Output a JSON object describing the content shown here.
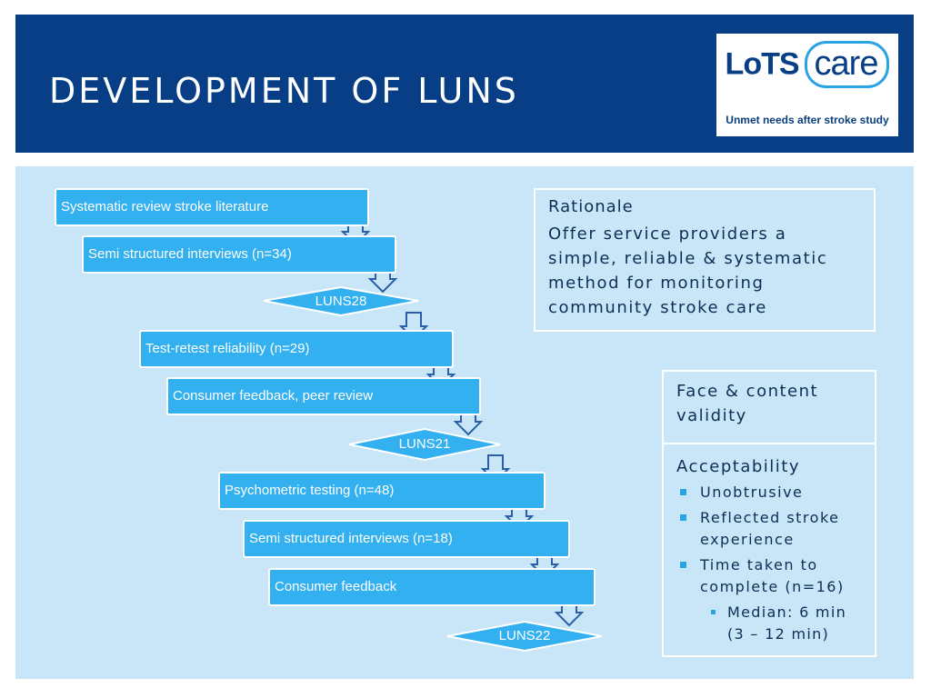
{
  "header": {
    "title": "DEVELOPMENT OF LUNS",
    "logo": {
      "brand_left": "LoTS",
      "brand_right": "care",
      "tagline": "Unmet needs after stroke study"
    }
  },
  "flow": {
    "steps": [
      "Systematic review stroke literature",
      "Semi structured interviews (n=34)",
      "Test-retest reliability (n=29)",
      "Consumer feedback, peer review",
      "Psychometric testing (n=48)",
      "Semi structured interviews (n=18)",
      "Consumer feedback"
    ],
    "milestones": [
      "LUNS28",
      "LUNS21",
      "LUNS22"
    ]
  },
  "rationale": {
    "title": "Rationale",
    "body": "Offer service providers a simple, reliable & systematic method for monitoring community stroke care"
  },
  "validity": {
    "face": "Face & content validity",
    "acceptability_title": "Acceptability",
    "bullets": [
      "Unobtrusive",
      "Reflected stroke experience",
      "Time taken to complete (n=16)"
    ],
    "sub_bullet": "Median: 6 min (3 – 12 min)"
  },
  "colors": {
    "header": "#073e86",
    "panel_bg": "#c8e6f8",
    "step": "#33b0ef",
    "accent": "#2aa3e3"
  }
}
